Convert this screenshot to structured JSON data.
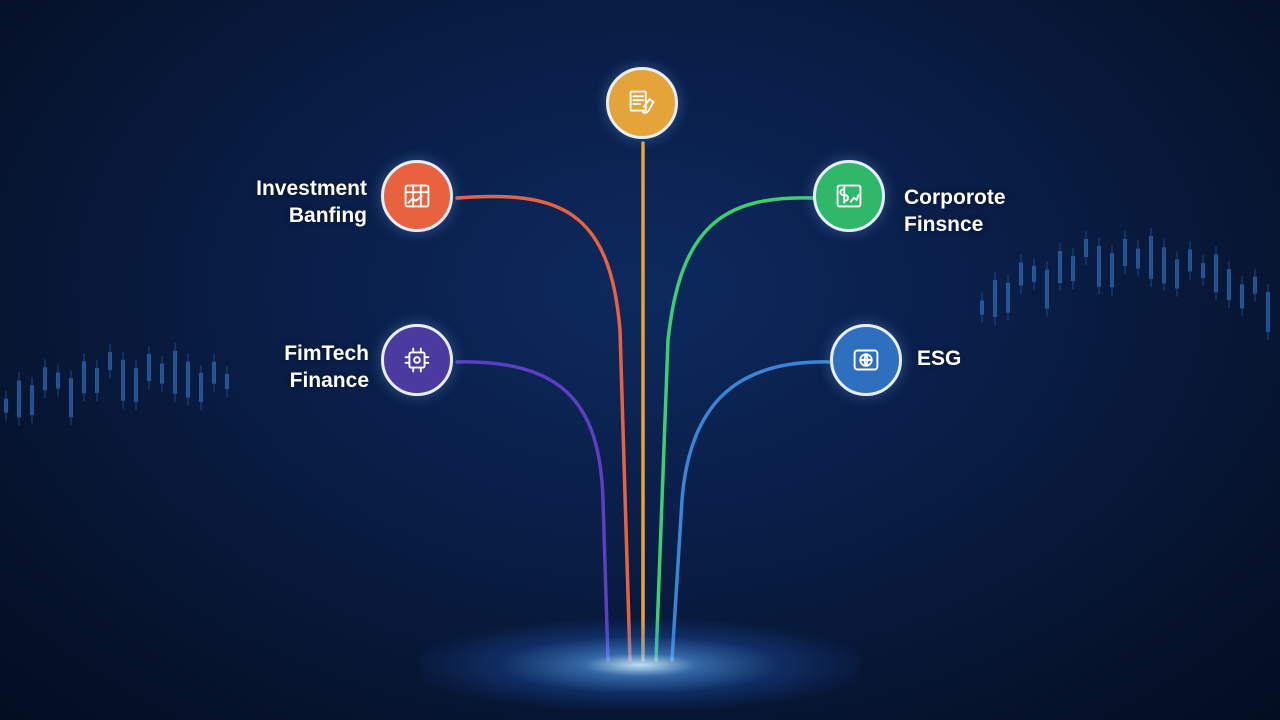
{
  "diagram": {
    "nodes": [
      {
        "id": "top",
        "label_lines": [],
        "color": "#e4a43a",
        "icon": "document-hand-icon"
      },
      {
        "id": "investment-banking",
        "label_lines": [
          "Investment",
          "Banfing"
        ],
        "color": "#e8623f",
        "icon": "grid-chart-icon"
      },
      {
        "id": "corporate-finance",
        "label_lines": [
          "Corporote",
          "Finsnce"
        ],
        "color": "#2fb86a",
        "icon": "dollar-chart-icon"
      },
      {
        "id": "fintech-finance",
        "label_lines": [
          "FimTech",
          "Finance"
        ],
        "color": "#4b3aa0",
        "icon": "circuit-icon"
      },
      {
        "id": "esg",
        "label_lines": [
          "ESG"
        ],
        "color": "#2f6fbf",
        "icon": "leaf-globe-icon"
      }
    ],
    "line_colors": {
      "investment-banking": "#e8623f",
      "top": "#e4a43a",
      "corporate-finance": "#3ccf6e",
      "fintech-finance": "#5a3fc0",
      "esg": "#3a86d6"
    }
  }
}
